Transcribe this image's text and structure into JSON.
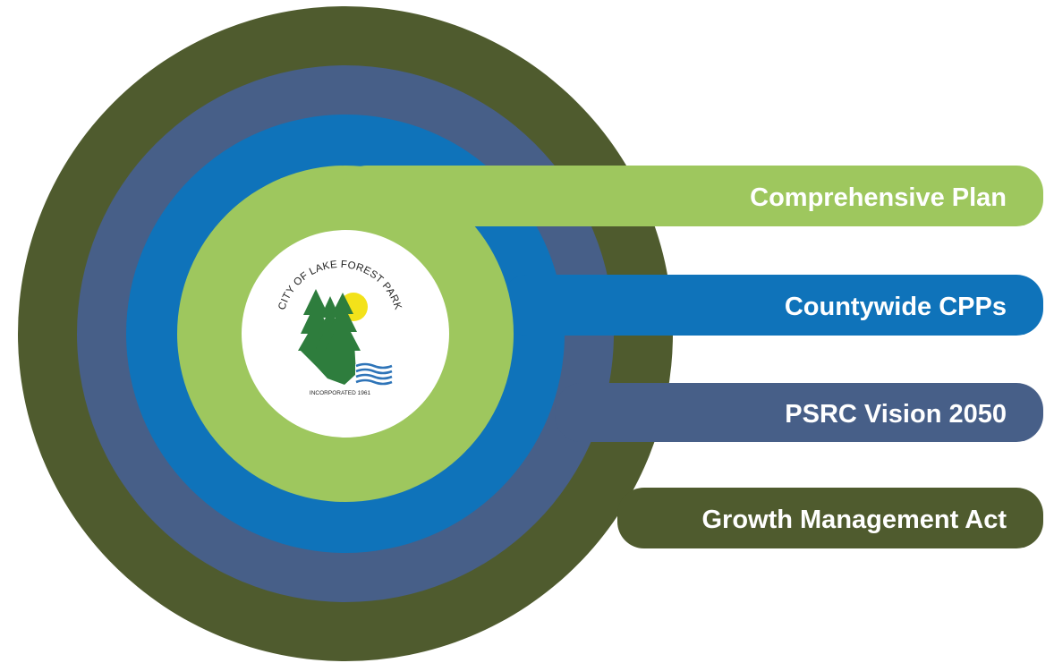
{
  "layers": [
    {
      "key": "growth",
      "label": "Growth Management Act",
      "color": "#4f5b2e"
    },
    {
      "key": "psrc",
      "label": "PSRC Vision 2050",
      "color": "#475f88"
    },
    {
      "key": "cpps",
      "label": "Countywide CPPs",
      "color": "#0f73ba"
    },
    {
      "key": "plan",
      "label": "Comprehensive Plan",
      "color": "#9ec75e"
    }
  ],
  "seal": {
    "arc_text": "CITY OF LAKE FOREST PARK",
    "bottom_text": "INCORPORATED 1961",
    "center_color": "#ffffff"
  }
}
